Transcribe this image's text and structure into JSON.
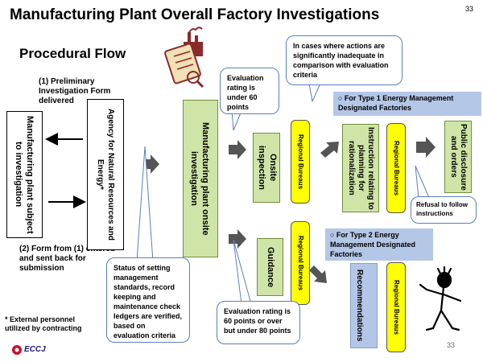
{
  "title": "Manufacturing Plant Overall Factory Investigations",
  "page_number_top": "33",
  "page_number_bottom": "33",
  "subtitle": "Procedural Flow",
  "logo_text": "ECCJ",
  "notes": {
    "preliminary": "(1) Preliminary Investigation Form delivered",
    "form_back": "(2) Form from (1) entered and sent back for submission",
    "external": "* External personnel utilized by contracting"
  },
  "boxes": {
    "plant_subject": "Manufacturing plant subject to investigation",
    "agency": "Agency for Natural Resources and Energy*",
    "onsite_investigation": "Manufacturing plant onsite investigation",
    "onsite_inspection": "Onsite inspection",
    "guidance": "Guidance",
    "regional_1": "Regional Bureaus",
    "regional_2": "Regional Bureaus",
    "regional_3": "Regional Bureaus",
    "regional_4": "Regional Bureaus",
    "instruction": "Instruction relating to planning for rationalization",
    "public": "Public disclosure and orders",
    "recommendation": "Recommendations"
  },
  "callouts": {
    "status": "Status of setting management standards, record keeping and maintenance check ledgers are verified, based on evaluation criteria",
    "under60": "Evaluation rating is under 60 points",
    "between": "Evaluation rating is 60 points or over but under 80 points",
    "inadequate": "In cases where actions are significantly inadequate in comparison with evaluation criteria",
    "refusal": "Refusal to follow instructions"
  },
  "bands": {
    "type1": "○ For Type 1 Energy Management Designated Factories",
    "type2": "○ For Type 2 Energy Management Designated Factories"
  },
  "colors": {
    "green": "#cfe5a8",
    "yellow": "#ffff00",
    "blue_band": "#b4c7e7",
    "arrow_gray": "#555555"
  }
}
